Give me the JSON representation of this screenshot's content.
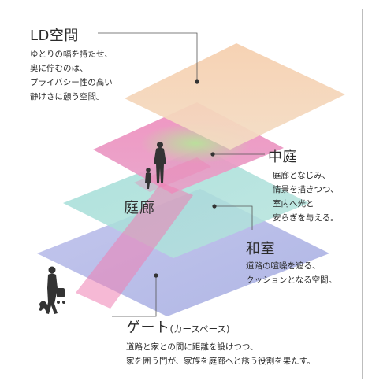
{
  "zones": {
    "ld": {
      "title": "LD空間",
      "description": "ゆとりの幅を持たせ、\n奥に佇むのは、\nプライバシー性の高い\n静けさに憩う空間。"
    },
    "courtyard": {
      "title": "中庭",
      "description": "庭廊となじみ、\n情景を描きつつ、\n室内へ光と\n安らぎを与える。"
    },
    "corridor": {
      "title": "庭廊"
    },
    "washitsu": {
      "title": "和室",
      "description": "道路の喧噪を遮る、\nクッションとなる空間。"
    },
    "gate": {
      "title": "ゲート",
      "subtitle": "(カースペース)",
      "description": "道路と家との間に距離を設けつつ、\n家を囲う門が、家族を庭廊へと誘う役割を果たす。"
    }
  },
  "colors": {
    "ld_layer": "#f4d2b2",
    "courtyard_layer": "#e99ac0",
    "courtyard_green": "#bfe3a4",
    "washitsu_layer": "#a9dcd8",
    "gate_layer": "#b7b9e6",
    "corridor_strip": "#ef86b6",
    "leader": "#555555",
    "silhouette": "#333333"
  }
}
